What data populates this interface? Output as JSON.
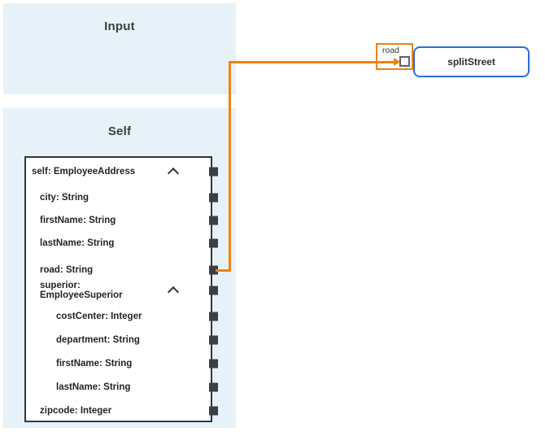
{
  "panels": {
    "input": {
      "title": "Input"
    },
    "self": {
      "title": "Self"
    }
  },
  "self_tree": {
    "rows": [
      {
        "label": "self: EmployeeAddress",
        "level": 0,
        "expanded": true,
        "has_port": true
      },
      {
        "label": "city: String",
        "level": 1,
        "has_port": true
      },
      {
        "label": "firstName: String",
        "level": 1,
        "has_port": true
      },
      {
        "label": "lastName: String",
        "level": 1,
        "has_port": true
      },
      {
        "label": "road: String",
        "level": 1,
        "has_port": true,
        "connected": true
      },
      {
        "label": "superior: EmployeeSuperior",
        "level": 1,
        "expanded": true,
        "has_port": true
      },
      {
        "label": "costCenter: Integer",
        "level": 2,
        "has_port": true
      },
      {
        "label": "department: String",
        "level": 2,
        "has_port": true
      },
      {
        "label": "firstName: String",
        "level": 2,
        "has_port": true
      },
      {
        "label": "lastName: String",
        "level": 2,
        "has_port": true
      },
      {
        "label": "zipcode: Integer",
        "level": 1,
        "has_port": true
      }
    ]
  },
  "mapping": {
    "source_field_tag": "road",
    "target_node": {
      "label": "splitStreet"
    }
  },
  "colors": {
    "panel_background": "#e7f1f8",
    "connection_orange": "#ef820e",
    "target_node_border_blue": "#2a6edb",
    "tree_border_dark": "#33373a",
    "port_dark": "#3b4045"
  }
}
